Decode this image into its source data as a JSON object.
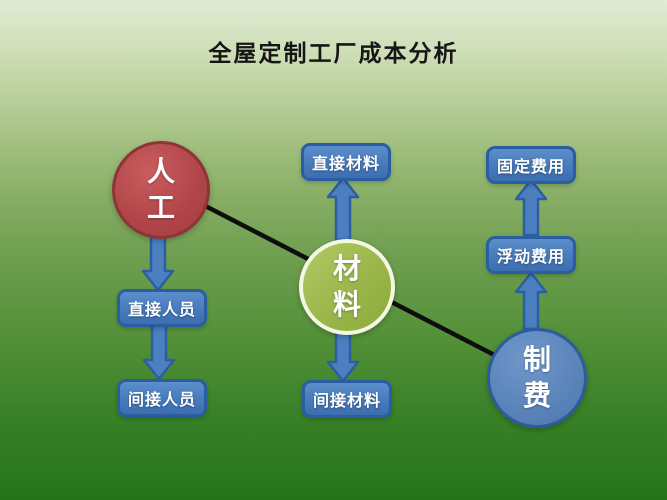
{
  "title": "全屋定制工厂成本分析",
  "diagram_type": "cost-breakdown-flow",
  "colors": {
    "background_top": "#e1ebd5",
    "background_bottom": "#257419",
    "labor_circle": "#b24649",
    "materials_circle": "#9ab64a",
    "overhead_circle": "#5b85bb",
    "box_fill": "#4679ba",
    "box_border": "#2a5da2",
    "arrow_fill": "#4c7fc0",
    "connector_line": "#0e0e0e",
    "title_text": "#161616",
    "label_text": "#ffffff"
  },
  "nodes": {
    "labor": {
      "label": "人工"
    },
    "materials": {
      "label": "材料"
    },
    "overhead": {
      "label": "制费"
    }
  },
  "boxes": {
    "direct_materials": {
      "label": "直接材料"
    },
    "fixed_costs": {
      "label": "固定费用"
    },
    "variable_costs": {
      "label": "浮动费用"
    },
    "direct_personnel": {
      "label": "直接人员"
    },
    "indirect_personnel": {
      "label": "间接人员"
    },
    "indirect_materials": {
      "label": "间接材料"
    }
  },
  "relations": [
    "人工 → 直接人员 → 间接人员",
    "材料 → 直接材料",
    "材料 → 间接材料",
    "制费 → 浮动费用 → 固定费用",
    "人工 — 材料 — 制费 (diagonal line)"
  ]
}
